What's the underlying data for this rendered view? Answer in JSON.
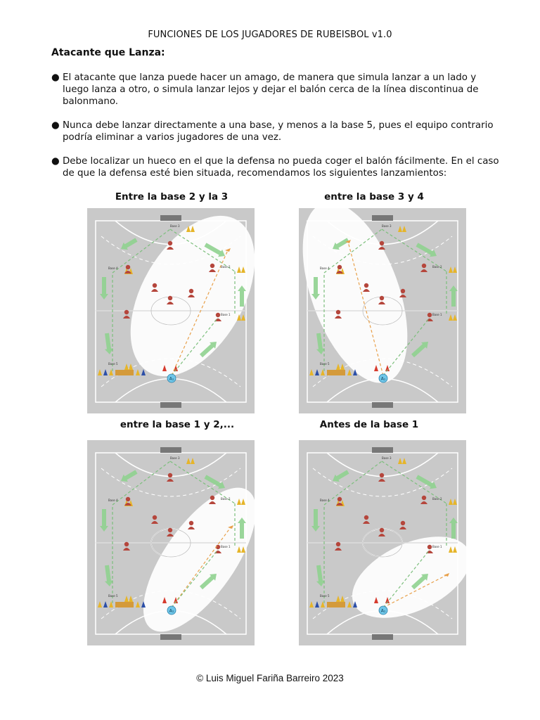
{
  "header": {
    "title": "FUNCIONES DE LOS JUGADORES DE RUBEISBOL v1.0"
  },
  "section": {
    "title": "Atacante que Lanza:",
    "bullets": [
      "El atacante que lanza puede hacer un amago, de manera que simula lanzar a un lado y luego lanza a otro, o simula lanzar lejos y dejar el balón cerca de la línea discontinua de balonmano.",
      "Nunca debe lanzar directamente a una base, y menos a la base 5, pues el equipo contrario podría eliminar a varios jugadores de una vez.",
      "Debe localizar un hueco en el que la defensa no pueda coger el balón fácilmente. En el caso de que la defensa esté bien situada, recomendamos los siguientes lanzamientos:"
    ]
  },
  "diagrams": [
    {
      "label": "Entre la base 2 y la 3",
      "highlight": "between-base-2-and-3"
    },
    {
      "label": "entre la base 3 y 4",
      "highlight": "between-base-3-and-4"
    },
    {
      "label": "entre la base 1 y 2,...",
      "highlight": "between-base-1-and-2"
    },
    {
      "label": "Antes de la base 1",
      "highlight": "before-base-1"
    }
  ],
  "court": {
    "base_labels": [
      "Base 1",
      "Base 2",
      "Base 3",
      "Base 4",
      "Base 5"
    ],
    "attacker_label": "A₁",
    "colors": {
      "court": "#c9c9c9",
      "lines": "#ffffff",
      "defender": "#b5463c",
      "cone_yellow": "#e6b52a",
      "cone_red": "#d63b2e",
      "cone_blue": "#2c4fa8",
      "arrow": "#8fd18f",
      "throw_line": "#e8a04a",
      "run_line": "#7cbf7c",
      "attacker": "#6fc6e8",
      "highlight": "#ffffff"
    }
  },
  "footer": {
    "text": "© Luis Miguel Fariña Barreiro 2023"
  }
}
